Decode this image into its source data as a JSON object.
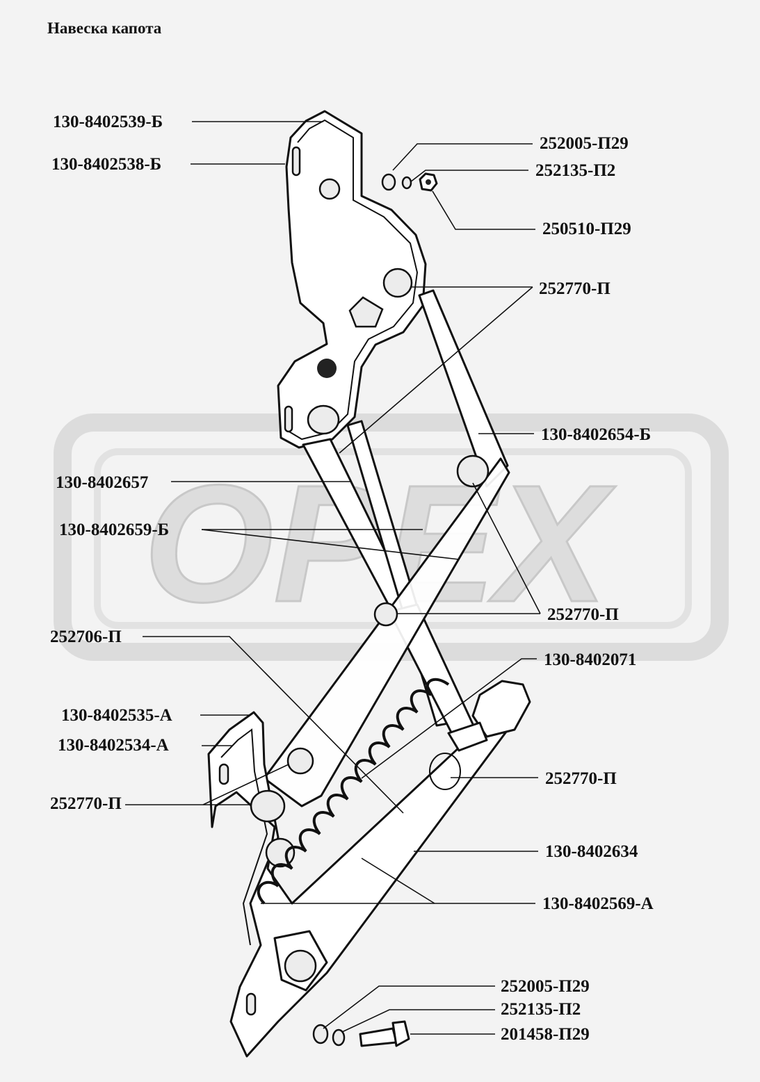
{
  "page": {
    "title": "Навеска капота"
  },
  "watermark": {
    "text": "OPEX",
    "color": "#d9d9d9"
  },
  "callouts": [
    {
      "id": "c1",
      "label": "130-8402539-Б"
    },
    {
      "id": "c2",
      "label": "130-8402538-Б"
    },
    {
      "id": "c3",
      "label": "252005-П29"
    },
    {
      "id": "c4",
      "label": "252135-П2"
    },
    {
      "id": "c5",
      "label": "250510-П29"
    },
    {
      "id": "c6",
      "label": "252770-П"
    },
    {
      "id": "c7",
      "label": "130-8402654-Б"
    },
    {
      "id": "c8",
      "label": "130-8402657"
    },
    {
      "id": "c9",
      "label": "130-8402659-Б"
    },
    {
      "id": "c10",
      "label": "252770-П"
    },
    {
      "id": "c11",
      "label": "252706-П"
    },
    {
      "id": "c12",
      "label": "130-8402071"
    },
    {
      "id": "c13",
      "label": "130-8402535-А"
    },
    {
      "id": "c14",
      "label": "130-8402534-А"
    },
    {
      "id": "c15",
      "label": "252770-П"
    },
    {
      "id": "c16",
      "label": "252770-П"
    },
    {
      "id": "c17",
      "label": "130-8402634"
    },
    {
      "id": "c18",
      "label": "130-8402569-А"
    },
    {
      "id": "c19",
      "label": "252005-П29"
    },
    {
      "id": "c20",
      "label": "252135-П2"
    },
    {
      "id": "c21",
      "label": "201458-П29"
    }
  ]
}
